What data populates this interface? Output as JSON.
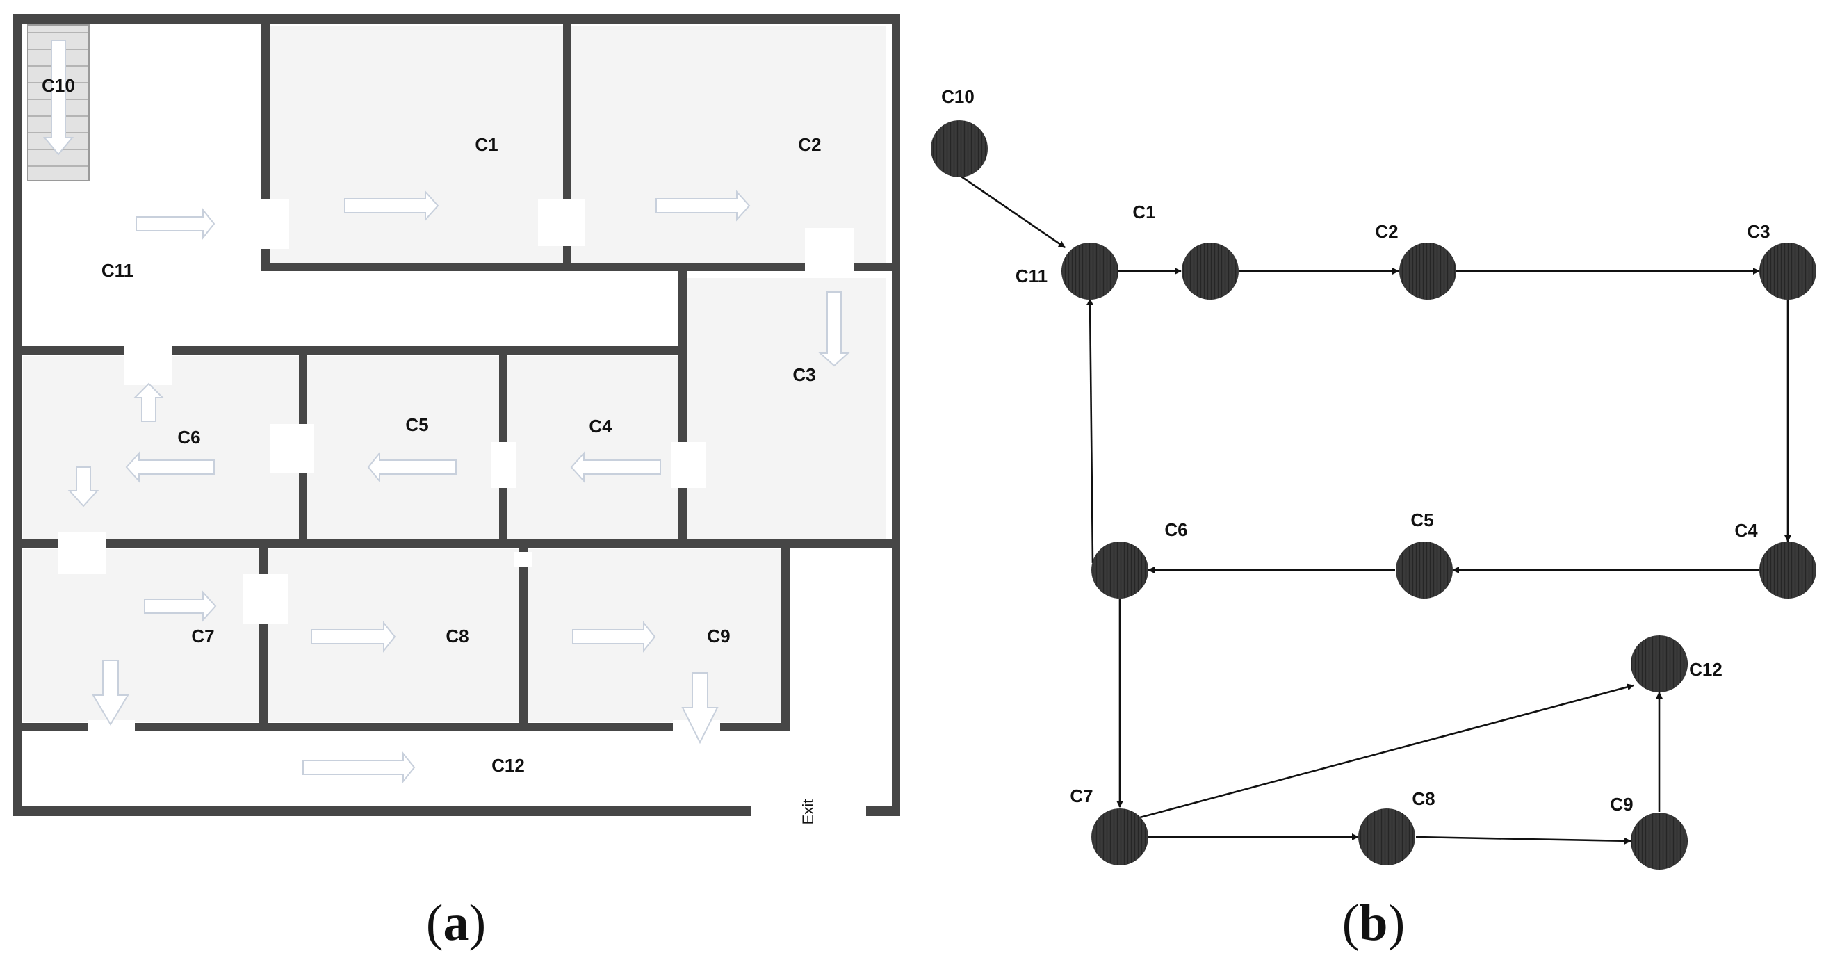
{
  "floorplan": {
    "labels": {
      "c10": "C10",
      "c1": "C1",
      "c2": "C2",
      "c11": "C11",
      "c3": "C3",
      "c6": "C6",
      "c5": "C5",
      "c4": "C4",
      "c7": "C7",
      "c8": "C8",
      "c9": "C9",
      "c12": "C12"
    },
    "exit_label": "Exit",
    "caption_open": "(",
    "caption_letter": "a",
    "caption_close": ")"
  },
  "graph": {
    "nodes": {
      "c10": "C10",
      "c11": "C11",
      "c1": "C1",
      "c2": "C2",
      "c3": "C3",
      "c4": "C4",
      "c5": "C5",
      "c6": "C6",
      "c7": "C7",
      "c8": "C8",
      "c9": "C9",
      "c12": "C12"
    },
    "edges": [
      [
        "C10",
        "C11"
      ],
      [
        "C11",
        "C1"
      ],
      [
        "C1",
        "C2"
      ],
      [
        "C2",
        "C3"
      ],
      [
        "C3",
        "C4"
      ],
      [
        "C4",
        "C5"
      ],
      [
        "C5",
        "C6"
      ],
      [
        "C6",
        "C11"
      ],
      [
        "C6",
        "C7"
      ],
      [
        "C7",
        "C8"
      ],
      [
        "C8",
        "C9"
      ],
      [
        "C9",
        "C12"
      ],
      [
        "C7",
        "C12"
      ]
    ],
    "caption_open": "(",
    "caption_letter": "b",
    "caption_close": ")"
  },
  "colors": {
    "wall": "#464646",
    "room": "#f4f4f4",
    "node": "#3a3a3a"
  }
}
